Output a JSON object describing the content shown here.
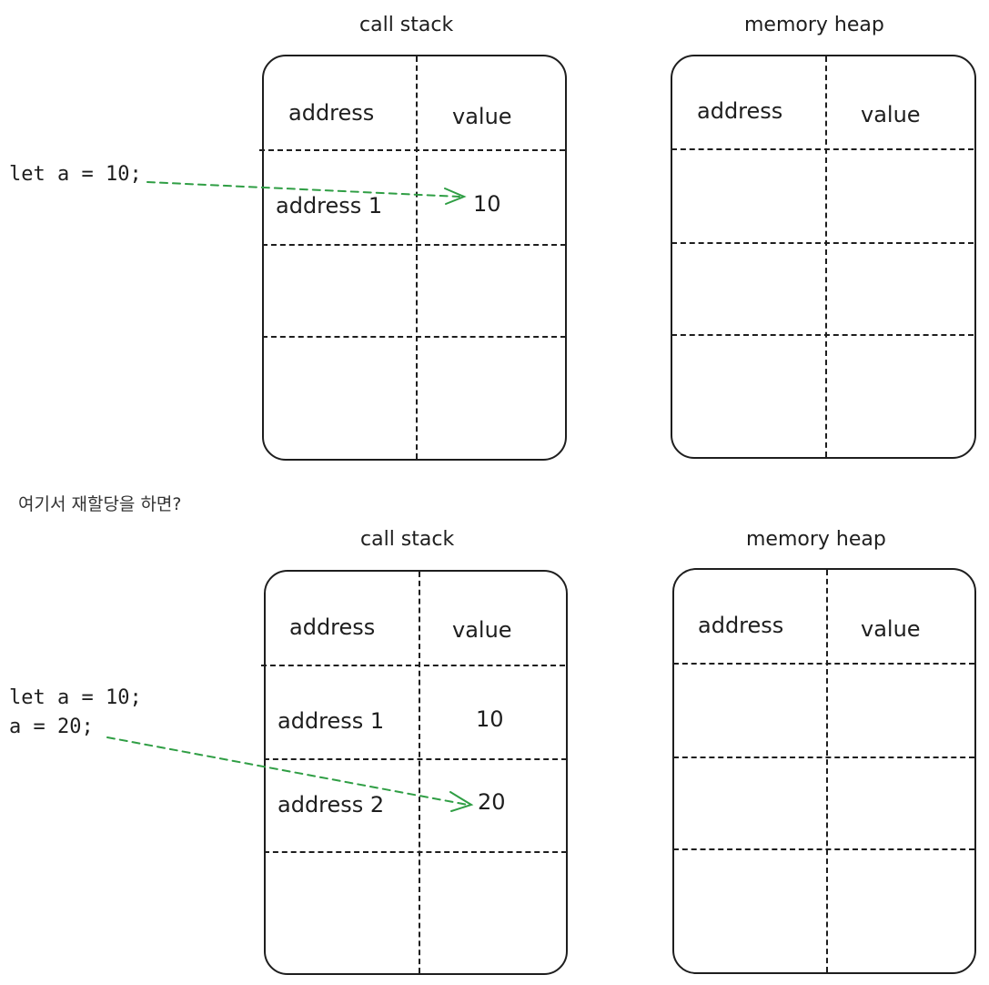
{
  "note": "여기서 재할당을 하면?",
  "top": {
    "code": [
      "let a = 10;"
    ],
    "call_stack": {
      "title": "call stack",
      "header": {
        "address": "address",
        "value": "value"
      },
      "rows": [
        {
          "address": "address 1",
          "value": "10"
        }
      ]
    },
    "memory_heap": {
      "title": "memory heap",
      "header": {
        "address": "address",
        "value": "value"
      }
    }
  },
  "bottom": {
    "code": [
      "let a = 10;",
      "a = 20;"
    ],
    "call_stack": {
      "title": "call stack",
      "header": {
        "address": "address",
        "value": "value"
      },
      "rows": [
        {
          "address": "address 1",
          "value": "10"
        },
        {
          "address": "address 2",
          "value": "20"
        }
      ]
    },
    "memory_heap": {
      "title": "memory heap",
      "header": {
        "address": "address",
        "value": "value"
      }
    }
  },
  "colors": {
    "stroke": "#1e1e1e",
    "arrow": "#2f9e44"
  }
}
